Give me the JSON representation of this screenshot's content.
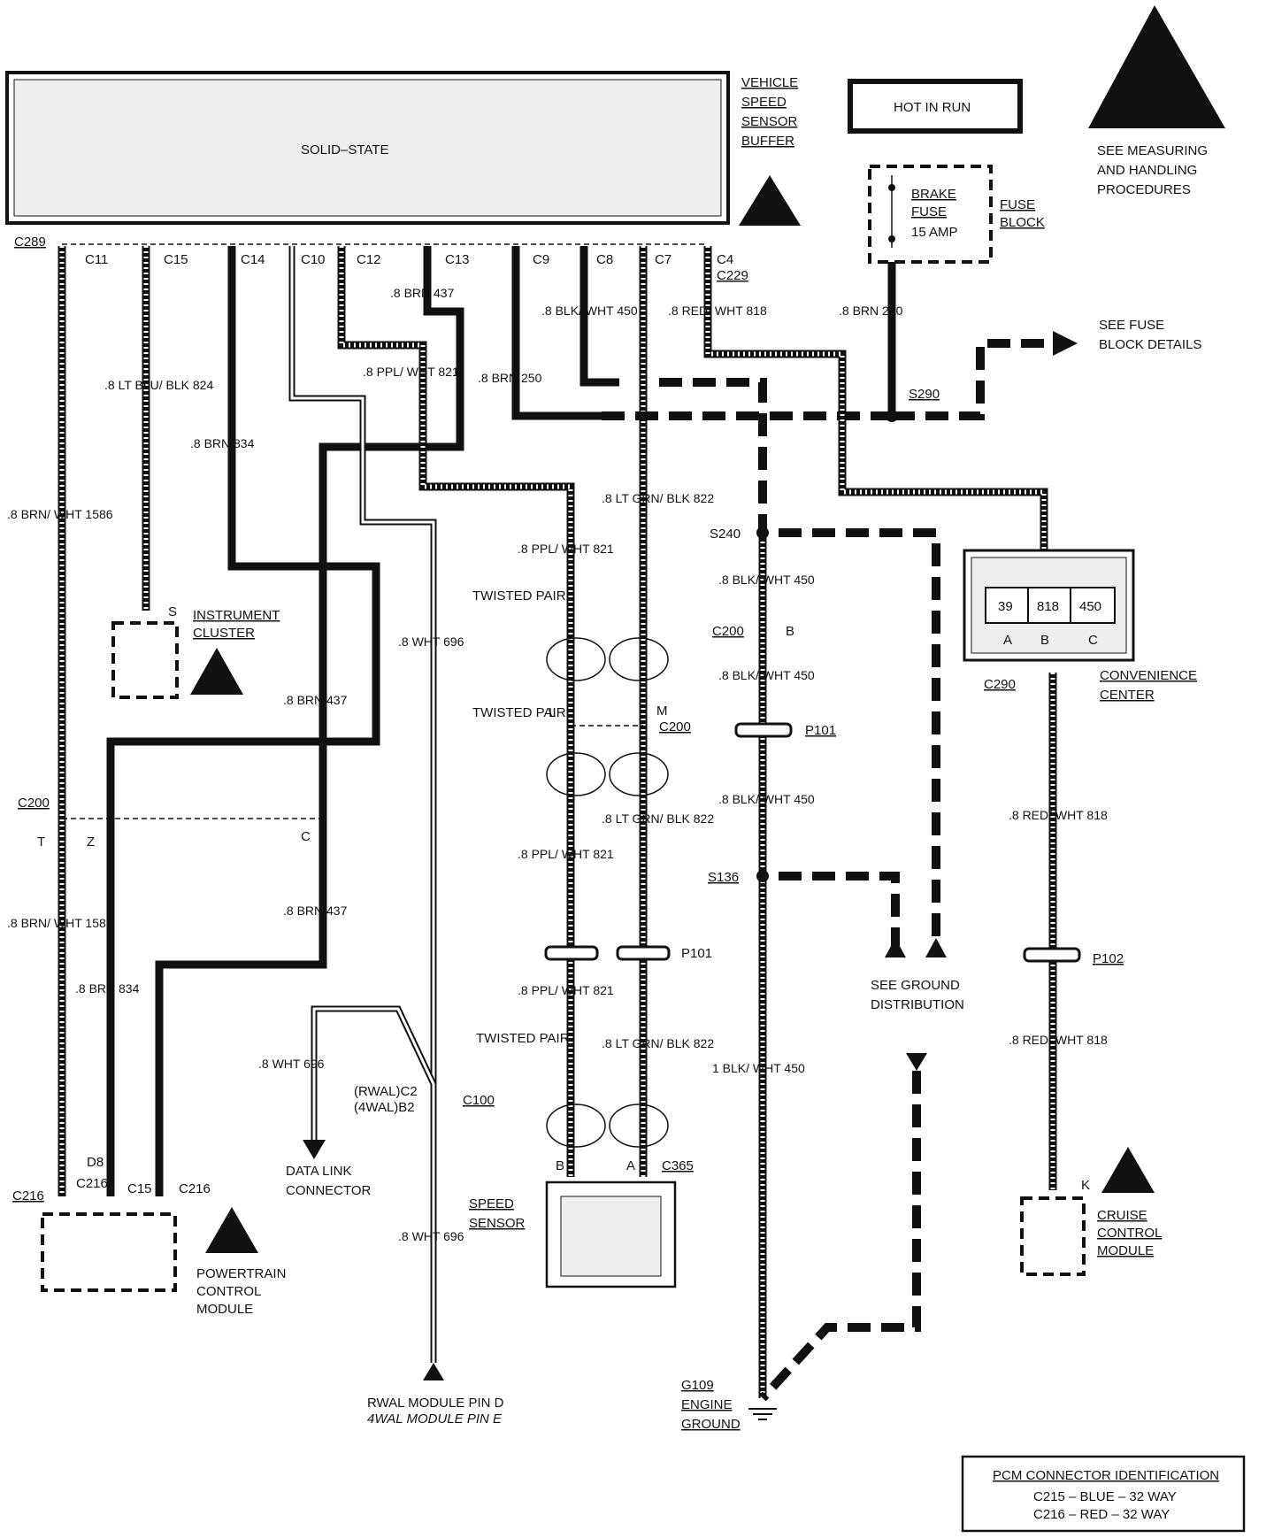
{
  "components": {
    "vss_buffer": {
      "name": [
        "VEHICLE",
        "SPEED",
        "SENSOR",
        "BUFFER"
      ],
      "body": "SOLID–STATE"
    },
    "hot_in_run": "HOT IN RUN",
    "esd_note": [
      "SEE MEASURING",
      "AND HANDLING",
      "PROCEDURES"
    ],
    "fuse": {
      "name": [
        "BRAKE",
        "FUSE",
        "15 AMP"
      ],
      "block": [
        "FUSE",
        "BLOCK"
      ]
    },
    "fuse_details": [
      "SEE FUSE",
      "BLOCK DETAILS"
    ],
    "instrument_cluster": [
      "INSTRUMENT",
      "CLUSTER"
    ],
    "convenience_center": {
      "name": [
        "CONVENIENCE",
        "CENTER"
      ],
      "cells": [
        "39",
        "818",
        "450"
      ],
      "pins": [
        "A",
        "B",
        "C"
      ]
    },
    "speed_sensor": [
      "SPEED",
      "SENSOR"
    ],
    "pcm": [
      "POWERTRAIN",
      "CONTROL",
      "MODULE"
    ],
    "cruise_module": [
      "CRUISE",
      "CONTROL",
      "MODULE"
    ],
    "data_link": [
      "DATA LINK",
      "CONNECTOR"
    ],
    "rwal": [
      "RWAL MODULE PIN D",
      "4WAL MODULE PIN E"
    ],
    "ground_distribution": [
      "SEE GROUND",
      "DISTRIBUTION"
    ],
    "engine_ground": [
      "G109",
      "ENGINE",
      "GROUND"
    ],
    "pcm_id": {
      "title": "PCM CONNECTOR IDENTIFICATION",
      "rows": [
        "C215 – BLUE   – 32 WAY",
        "C216 – RED    – 32 WAY"
      ]
    }
  },
  "connectors": {
    "c289": "C289",
    "buffer_pins": [
      "C11",
      "C15",
      "C14",
      "C10",
      "C12",
      "C13",
      "C9",
      "C8",
      "C7"
    ],
    "c4": "C4",
    "c229": "C229",
    "s290": "S290",
    "s240": "S240",
    "s136": "S136",
    "c200_b": "C200",
    "pin_b": "B",
    "p101_a": "P101",
    "p101_b": "P101",
    "p102": "P102",
    "c200_left": "C200",
    "pin_t": "T",
    "pin_z": "Z",
    "pin_c": "C",
    "c200_tp": "C200",
    "pin_l": "L",
    "pin_m": "M",
    "c100": "C100",
    "rwal_pin": [
      "(RWAL)C2",
      "(4WAL)B2"
    ],
    "c365": "C365",
    "pin_sb": "B",
    "pin_sa": "A",
    "c290": "C290",
    "pin_k": "K",
    "pin_s": "S",
    "pcm_pins": [
      "C216",
      "D8",
      "C216",
      "C15",
      "C216"
    ]
  },
  "twisted_pair": "TWISTED PAIR",
  "wires": {
    "w1586": ".8 BRN/ WHT 1586",
    "w824": ".8 LT BLU/ BLK 824",
    "w834": ".8 BRN 834",
    "w437": ".8 BRN 437",
    "w821": ".8 PPL/ WHT 821",
    "w696": ".8 WHT 696",
    "w250": ".8 BRN 250",
    "w450": ".8 BLK/ WHT 450",
    "w818": ".8 RED/ WHT 818",
    "w822": ".8 LT GRN/ BLK 822",
    "w450g": "1 BLK/ WHT 450",
    "fuse_out": ".8 BRN 250"
  }
}
